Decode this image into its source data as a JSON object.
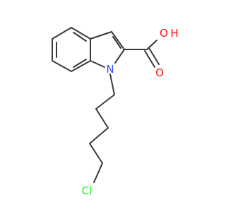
{
  "molecule": {
    "atoms": {
      "hydroxyl": "O",
      "hydroxyl_h": "H",
      "carbonyl": "O",
      "nitrogen": "N",
      "chlorine": "Cl"
    },
    "colors": {
      "bond": "#3a3a3a",
      "oxygen": "#ff0d0d",
      "nitrogen": "#3050f8",
      "chlorine": "#1ff01f"
    }
  }
}
